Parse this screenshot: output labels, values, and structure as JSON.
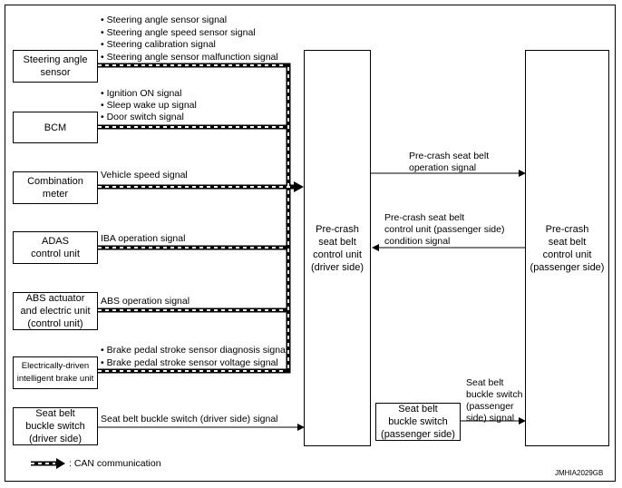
{
  "ecus": {
    "steering_sensor": "Steering angle\nsensor",
    "bcm": "BCM",
    "combination_meter": "Combination\nmeter",
    "adas": "ADAS\ncontrol unit",
    "abs": "ABS actuator\nand electric unit\n(control unit)",
    "ibu": "Electrically-driven\nintelligent brake unit",
    "buckle_driver": "Seat belt\nbuckle switch\n(driver side)",
    "precrash_driver": "Pre-crash\nseat belt\ncontrol unit\n(driver side)",
    "precrash_passenger": "Pre-crash\nseat belt\ncontrol unit\n(passenger side)",
    "buckle_passenger": "Seat belt\nbuckle switch\n(passenger side)"
  },
  "signals": {
    "steering": [
      "• Steering angle sensor signal",
      "• Steering angle speed sensor signal",
      "• Steering calibration signal",
      "• Steering angle sensor malfunction signal"
    ],
    "bcm": [
      "• Ignition ON signal",
      "• Sleep wake up signal",
      "• Door switch signal"
    ],
    "vehicle_speed": "Vehicle speed signal",
    "iba": "IBA operation signal",
    "abs": "ABS operation signal",
    "brake": [
      "• Brake pedal stroke sensor diagnosis signal",
      "• Brake pedal stroke sensor voltage signal"
    ],
    "buckle_driver": "Seat belt buckle switch (driver side) signal",
    "operation": "Pre-crash seat belt\noperation signal",
    "condition": "Pre-crash seat belt\ncontrol unit (passenger side)\ncondition signal",
    "buckle_passenger": "Seat belt\nbuckle switch\n(passenger\nside) signal"
  },
  "legend": {
    "label": ": CAN communication"
  },
  "reference_code": "JMHIA2029GB"
}
